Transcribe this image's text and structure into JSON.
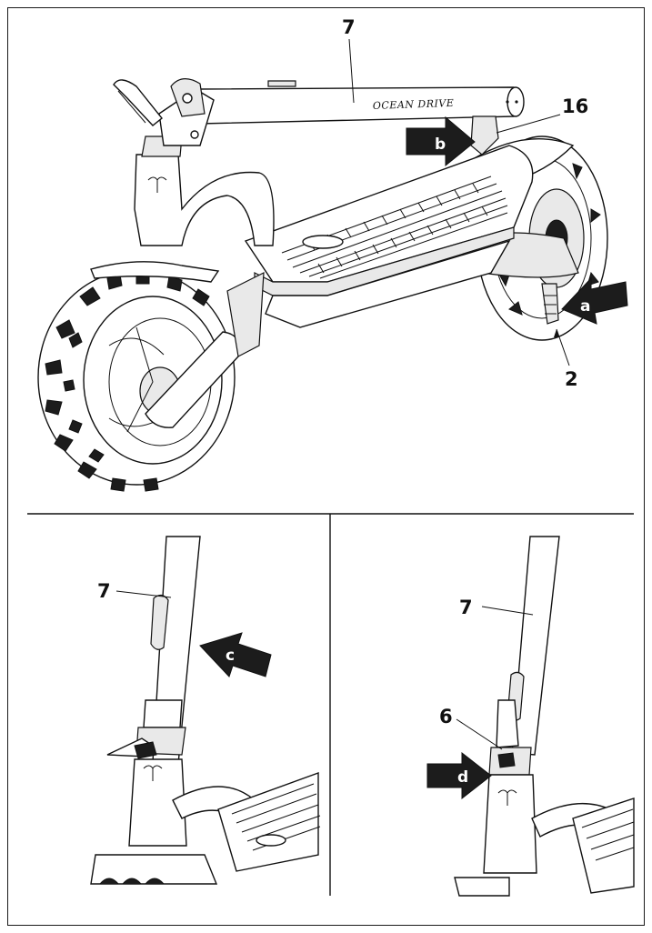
{
  "brand_text": "OCEAN DRIVE",
  "callouts": {
    "top_tube": "7",
    "latch": "16",
    "valve": "2",
    "left_tube": "7",
    "right_tube": "7",
    "lever": "6"
  },
  "arrows": {
    "a": "a",
    "b": "b",
    "c": "c",
    "d": "d"
  },
  "colors": {
    "line": "#111111",
    "arrow": "#1c1c1c",
    "background": "#ffffff"
  }
}
